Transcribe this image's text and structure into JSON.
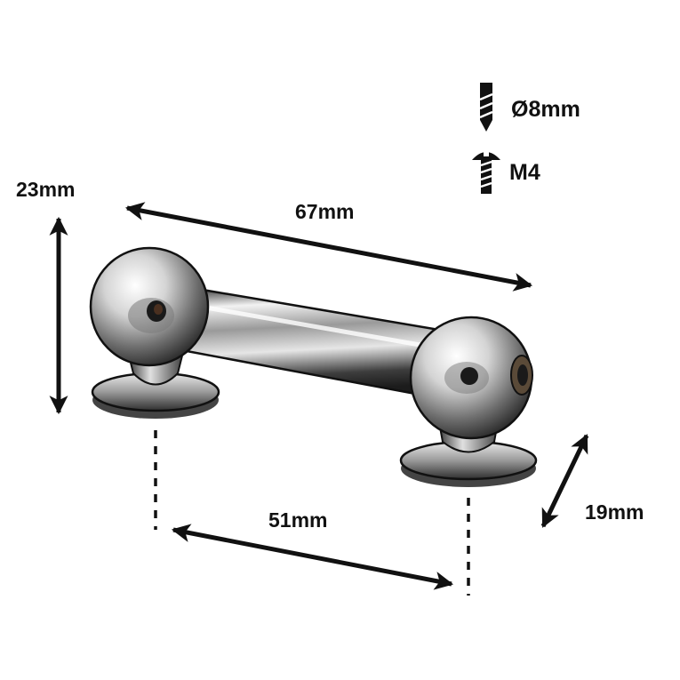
{
  "dimensions": {
    "height": "23mm",
    "length": "67mm",
    "spacing": "51mm",
    "base": "19mm"
  },
  "specs": {
    "drill": "Ø8mm",
    "screw": "M4"
  },
  "icons": {
    "drill": "drill-bit-icon",
    "screw": "screw-icon"
  },
  "colors": {
    "ink": "#111111",
    "chrome_light": "#f4f4f4",
    "chrome_dark": "#2a2a2a"
  }
}
